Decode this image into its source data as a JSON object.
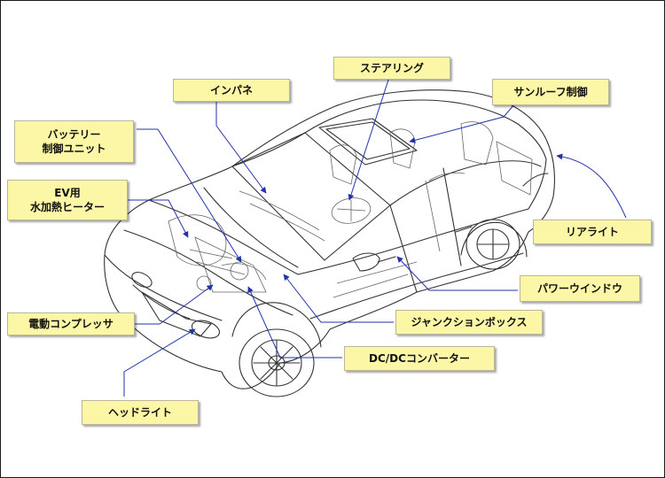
{
  "labels": {
    "steering": "ステアリング",
    "sunroof": "サンルーフ制御",
    "instrument_panel": "インパネ",
    "battery_ecu_line1": "バッテリー",
    "battery_ecu_line2": "制御ユニット",
    "ev_heater_line1": "EV用",
    "ev_heater_line2": "水加熱ヒーター",
    "rear_light": "リアライト",
    "power_window": "パワーウインドウ",
    "junction_box": "ジャンクションボックス",
    "electric_compressor": "電動コンプレッサ",
    "dcdc_converter": "DC/DCコンバーター",
    "headlight": "ヘッドライト"
  },
  "colors": {
    "label_fill": "#fbf7a6",
    "leader_line": "#2233aa",
    "car_outline": "#333333",
    "frame": "#1a1a1a"
  }
}
